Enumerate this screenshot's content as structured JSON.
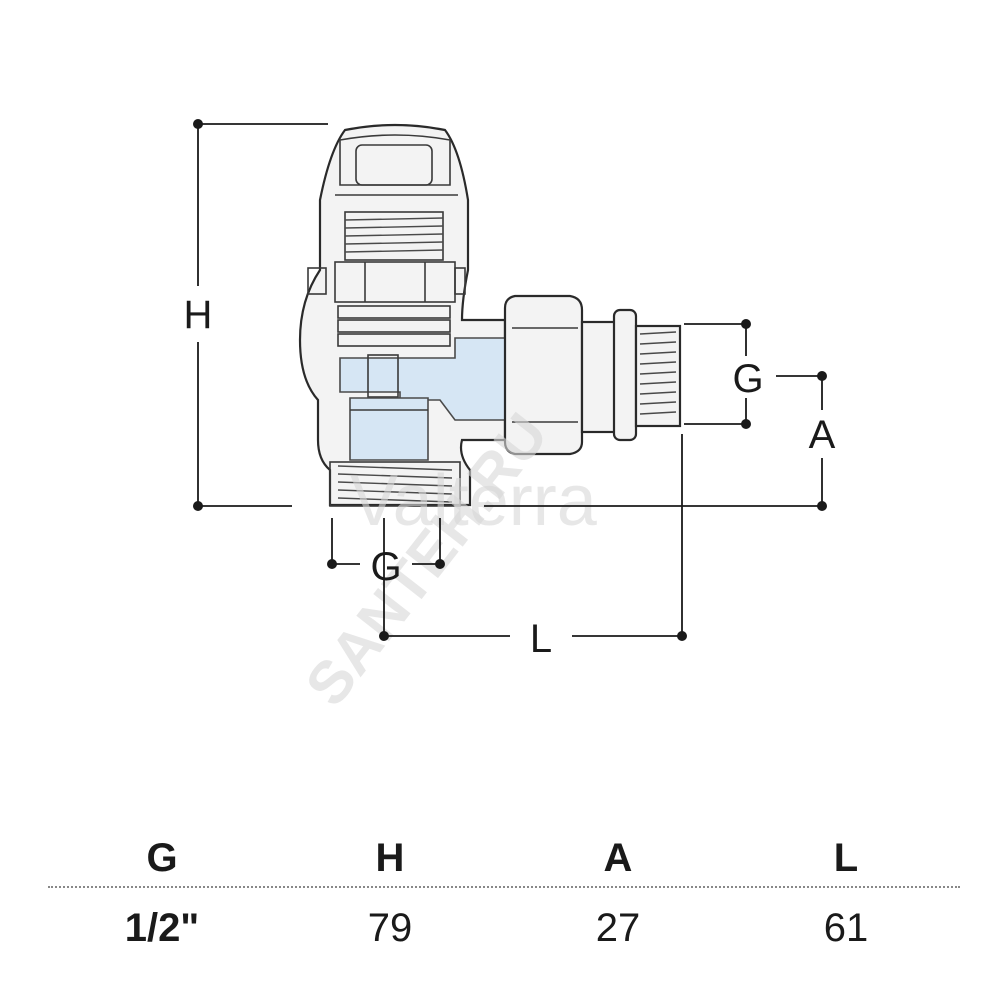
{
  "diagram": {
    "dimension_labels": {
      "height": "H",
      "side_thread": "G",
      "offset": "A",
      "bottom_thread": "G",
      "length": "L"
    },
    "watermarks": {
      "brand": "Valterra",
      "store": "SANTEH.RU"
    }
  },
  "spec_table": {
    "headers": [
      "G",
      "H",
      "A",
      "L"
    ],
    "values": [
      "1/2\"",
      "79",
      "27",
      "61"
    ]
  }
}
